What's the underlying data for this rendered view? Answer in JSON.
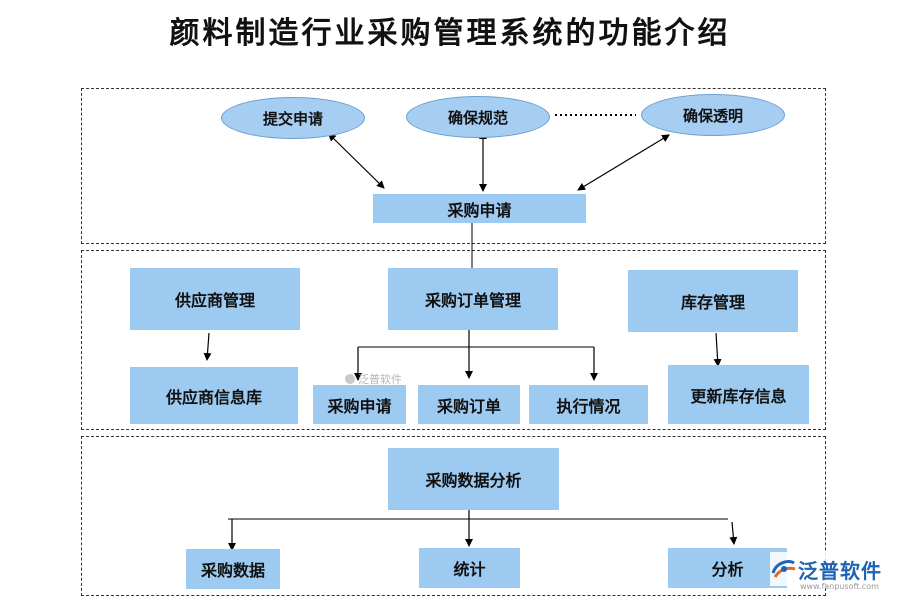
{
  "title": "颜料制造行业采购管理系统的功能介绍",
  "ovals": {
    "submit": "提交申请",
    "standard": "确保规范",
    "transparent": "确保透明"
  },
  "purchase_request_top": "采购申请",
  "middle": {
    "supplier_mgmt": "供应商管理",
    "order_mgmt": "采购订单管理",
    "inventory_mgmt": "库存管理",
    "supplier_db": "供应商信息库",
    "purchase_request": "采购申请",
    "purchase_order": "采购订单",
    "execution": "执行情况",
    "update_inventory": "更新库存信息"
  },
  "bottom": {
    "data_analysis": "采购数据分析",
    "purchase_data": "采购数据",
    "statistics": "统计",
    "analysis": "分析"
  },
  "watermark": {
    "center_text": "泛普软件",
    "logo_text": "泛普软件",
    "logo_url": "www.fanpusoft.com"
  },
  "colors": {
    "box_fill": "#9dcaf0",
    "oval_fill": "#a6cdf2",
    "line": "#000000"
  }
}
